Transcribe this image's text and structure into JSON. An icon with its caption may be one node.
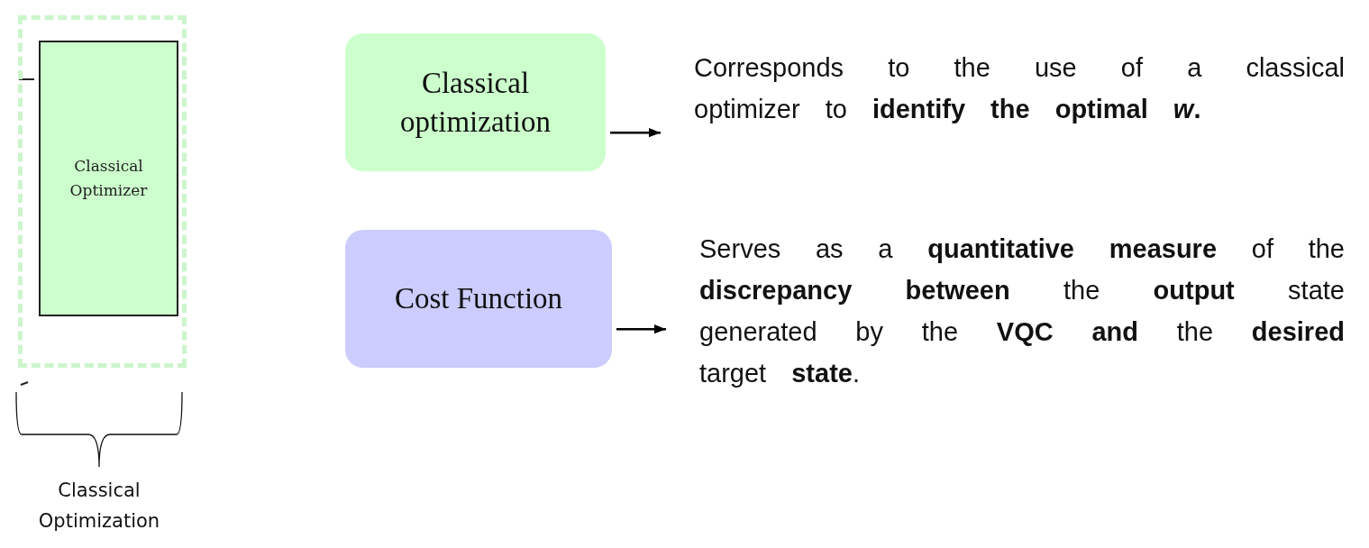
{
  "diagram": {
    "nodes": [
      {
        "text": [],
        "shape": "box"
      },
      {
        "text": [
          "Classical Optimizer"
        ],
        "in": 0
      },
      {
        "text": [
          "Classical optimization"
        ]
      },
      {
        "text": [
          "Corresponds to the use of a classical optimizer to **identify the optimal *w*.**"
        ]
      },
      {
        "text": [
          "Cost Function"
        ]
      },
      {
        "text": [
          "Serves as a **quantitative measure** of the **discrepancy between** the **output** state generated by the **VQC and** the **desired** target **state**."
        ]
      }
    ],
    "edges": [
      {
        "from": 2,
        "to": 3,
        "arrow": "to"
      },
      {
        "from": 4,
        "to": 5,
        "arrow": "to"
      }
    ],
    "labels": [
      "Classical Optimization"
    ]
  }
}
